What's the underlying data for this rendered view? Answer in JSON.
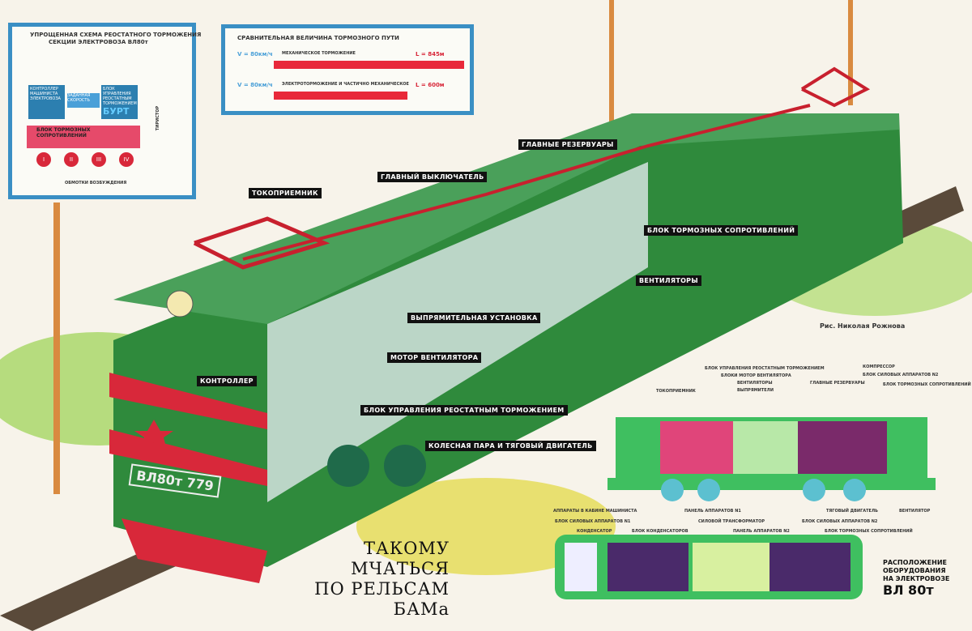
{
  "inset_scheme": {
    "title": "УПРОЩЕННАЯ СХЕМА РЕОСТАТНОГО ТОРМОЖЕНИЯ",
    "subtitle": "СЕКЦИИ ЭЛЕКТРОВОЗА ВЛ80т",
    "controller": "КОНТРОЛЛЕР МАШИНИСТА ЭЛЕКТРОВОЗА",
    "speed": "ЗАДАННАЯ СКОРОСТЬ",
    "block": "БЛОК УПРАВЛЕНИЯ РЕОСТАТНЫМ ТОРМОЖЕНИЕМ",
    "burt": "БУРТ",
    "resistors": "БЛОК ТОРМОЗНЫХ СОПРОТИВЛЕНИЙ",
    "motors": [
      "I",
      "II",
      "III",
      "IV"
    ],
    "thyristor": "ТИРИСТОР",
    "excitation": "ОБМОТКИ ВОЗБУЖДЕНИЯ"
  },
  "inset_distance": {
    "title": "СРАВНИТЕЛЬНАЯ ВЕЛИЧИНА ТОРМОЗНОГО ПУТИ",
    "rows": [
      {
        "speed": "V = 80км/ч",
        "label": "МЕХАНИЧЕСКОЕ ТОРМОЖЕНИЕ",
        "distance": "L = 845м"
      },
      {
        "speed": "V = 80км/ч",
        "label": "ЭЛЕКТРОТОРМОЖЕНИЕ И ЧАСТИЧНО МЕХАНИЧЕСКОЕ",
        "distance": "L = 600м"
      }
    ]
  },
  "callouts": [
    "ТОКОПРИЕМНИК",
    "ГЛАВНЫЙ ВЫКЛЮЧАТЕЛЬ",
    "ГЛАВНЫЕ РЕЗЕРВУАРЫ",
    "БЛОК ТОРМОЗНЫХ СОПРОТИВЛЕНИЙ",
    "ВЕНТИЛЯТОРЫ",
    "ВЫПРЯМИТЕЛЬНАЯ УСТАНОВКА",
    "МОТОР ВЕНТИЛЯТОРА",
    "КОНТРОЛЛЕР",
    "БЛОК УПРАВЛЕНИЯ РЕОСТАТНЫМ ТОРМОЖЕНИЕМ",
    "КОЛЕСНАЯ ПАРА И ТЯГОВЫЙ ДВИГАТЕЛЬ"
  ],
  "loco_number": "ВЛ80т 779",
  "credit": "Рис. Николая Рожнова",
  "headline": [
    "ТАКОМУ",
    "МЧАТЬСЯ",
    "ПО РЕЛЬСАМ БАМа"
  ],
  "side_labels": [
    "БЛОК УПРАВЛЕНИЯ РЕОСТАТНЫМ ТОРМОЖЕНИЕМ",
    "БЛОКИ МОТОР ВЕНТИЛЯТОРА",
    "ВЕНТИЛЯТОРЫ",
    "ВЫПРЯМИТЕЛИ",
    "ГЛАВНЫЕ РЕЗЕРВУАРЫ",
    "КОМПРЕССОР",
    "БЛОК СИЛОВЫХ АППАРАТОВ N2",
    "БЛОК ТОРМОЗНЫХ СОПРОТИВЛЕНИЙ",
    "ТОКОПРИЕМНИК",
    "АППАРАТЫ В КАБИНЕ МАШИНИСТА",
    "ПАНЕЛЬ АППАРАТОВ N1",
    "ТЯГОВЫЙ ДВИГАТЕЛЬ",
    "ВЕНТИЛЯТОР"
  ],
  "plan_labels": [
    "БЛОК СИЛОВЫХ АППАРАТОВ N1",
    "СИЛОВОЙ ТРАНСФОРМАТОР",
    "БЛОК СИЛОВЫХ АППАРАТОВ N2",
    "КОНДЕНСАТОР",
    "БЛОК КОНДЕНСАТОРОВ",
    "ПАНЕЛЬ АППАРАТОВ N2",
    "БЛОК ТОРМОЗНЫХ СОПРОТИВЛЕНИЙ"
  ],
  "caption": [
    "РАСПОЛОЖЕНИЕ",
    "ОБОРУДОВАНИЯ",
    "НА ЭЛЕКТРОВОЗЕ",
    "ВЛ 80т"
  ],
  "colors": {
    "body": "#2f8a3c",
    "stripe": "#d8283a",
    "frame": "#3a8fc4",
    "pantograph": "#c8202e"
  }
}
